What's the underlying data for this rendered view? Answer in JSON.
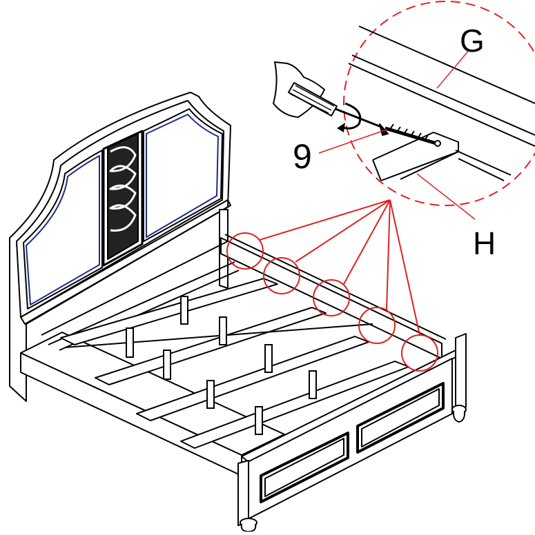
{
  "labels": {
    "g": "G",
    "h": "H",
    "step": "9"
  },
  "colors": {
    "line": "#000000",
    "callout": "#e02020",
    "panel_trim": "#1a2a8a",
    "background": "#ffffff"
  },
  "icons": {
    "hand": "hand-holding-screwdriver-icon",
    "rotation": "clockwise-arrow-icon",
    "screw": "wood-screw-icon"
  }
}
